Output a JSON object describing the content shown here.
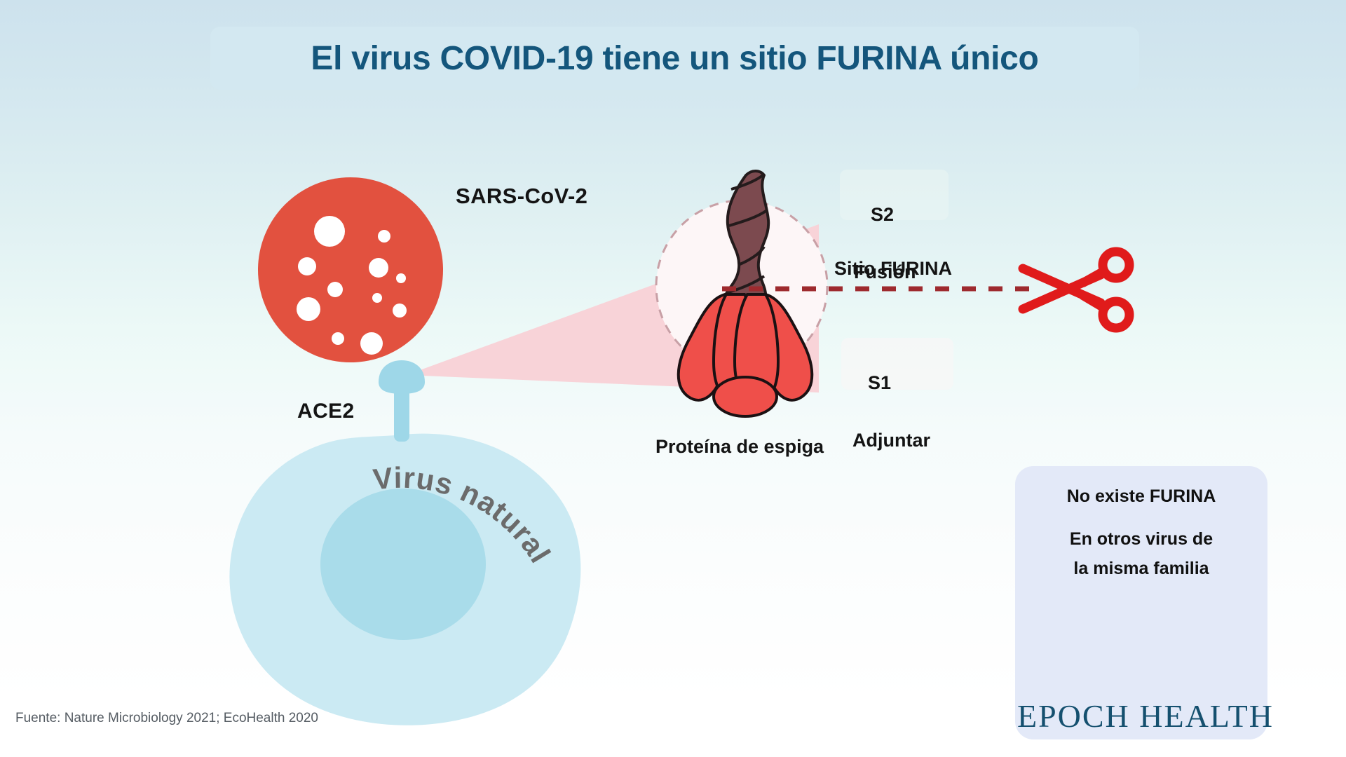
{
  "header": {
    "title": "El virus COVID-19 tiene un sitio FURINA único",
    "title_color": "#14567c",
    "banner_color": "#d3e8f1"
  },
  "diagram": {
    "virus_label": "SARS-CoV-2",
    "receptor_label": "ACE2",
    "cell_label": "Virus natural",
    "spike_caption": "Proteína de espiga",
    "s2": {
      "code": "S2",
      "name": "Fusión"
    },
    "s1": {
      "code": "S1",
      "name": "Adjuntar"
    },
    "furina_label": "Sitio FURINA",
    "colors": {
      "virus_red": "#e2513f",
      "spike_s1_red": "#ef4f4a",
      "spike_s2_maroon": "#7c4a4f",
      "cell_blue": "#cbeaf3",
      "nucleus_blue": "#a9dcea",
      "receptor_blue": "#9ed7e8",
      "cone_pink": "#f8d3d8",
      "cut_line_red": "#9e2a2e",
      "scissors_red": "#e01b1b"
    },
    "icons": {
      "virus": "coronavirus-icon",
      "cell": "host-cell-icon",
      "receptor": "ace2-receptor-icon",
      "spike": "spike-protein-icon",
      "scissors": "scissors-icon",
      "magnifier_cone": "magnifier-cone-icon",
      "cut_line": "dashed-cut-line-icon"
    }
  },
  "callout": {
    "headline": "No existe FURINA",
    "subtext": "En otros virus de\nla misma familia",
    "background": "#e3e9f8",
    "virus_icon": "coronavirus-icon-cyan",
    "virus_icon_color": "#3ec6e0"
  },
  "brand": {
    "name": "EPOCH HEALTH",
    "color": "#15506f"
  },
  "footer": {
    "source": "Fuente: Nature Microbiology 2021; EcoHealth 2020"
  }
}
